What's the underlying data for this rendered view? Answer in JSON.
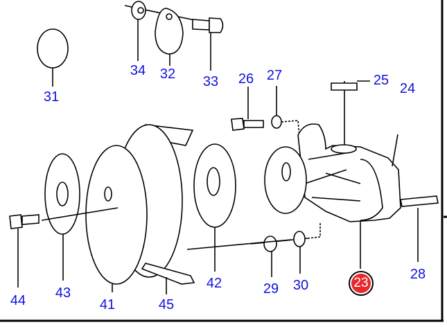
{
  "diagram": {
    "highlight_color": "#e8282a",
    "label_color": "#1010e0",
    "highlighted_part": "23",
    "callouts": {
      "p31": "31",
      "p34": "34",
      "p32": "32",
      "p33": "33",
      "p26": "26",
      "p27": "27",
      "p25": "25",
      "p24": "24",
      "p28": "28",
      "p23": "23",
      "p30": "30",
      "p29": "29",
      "p42": "42",
      "p45": "45",
      "p41": "41",
      "p43": "43",
      "p44": "44"
    }
  }
}
